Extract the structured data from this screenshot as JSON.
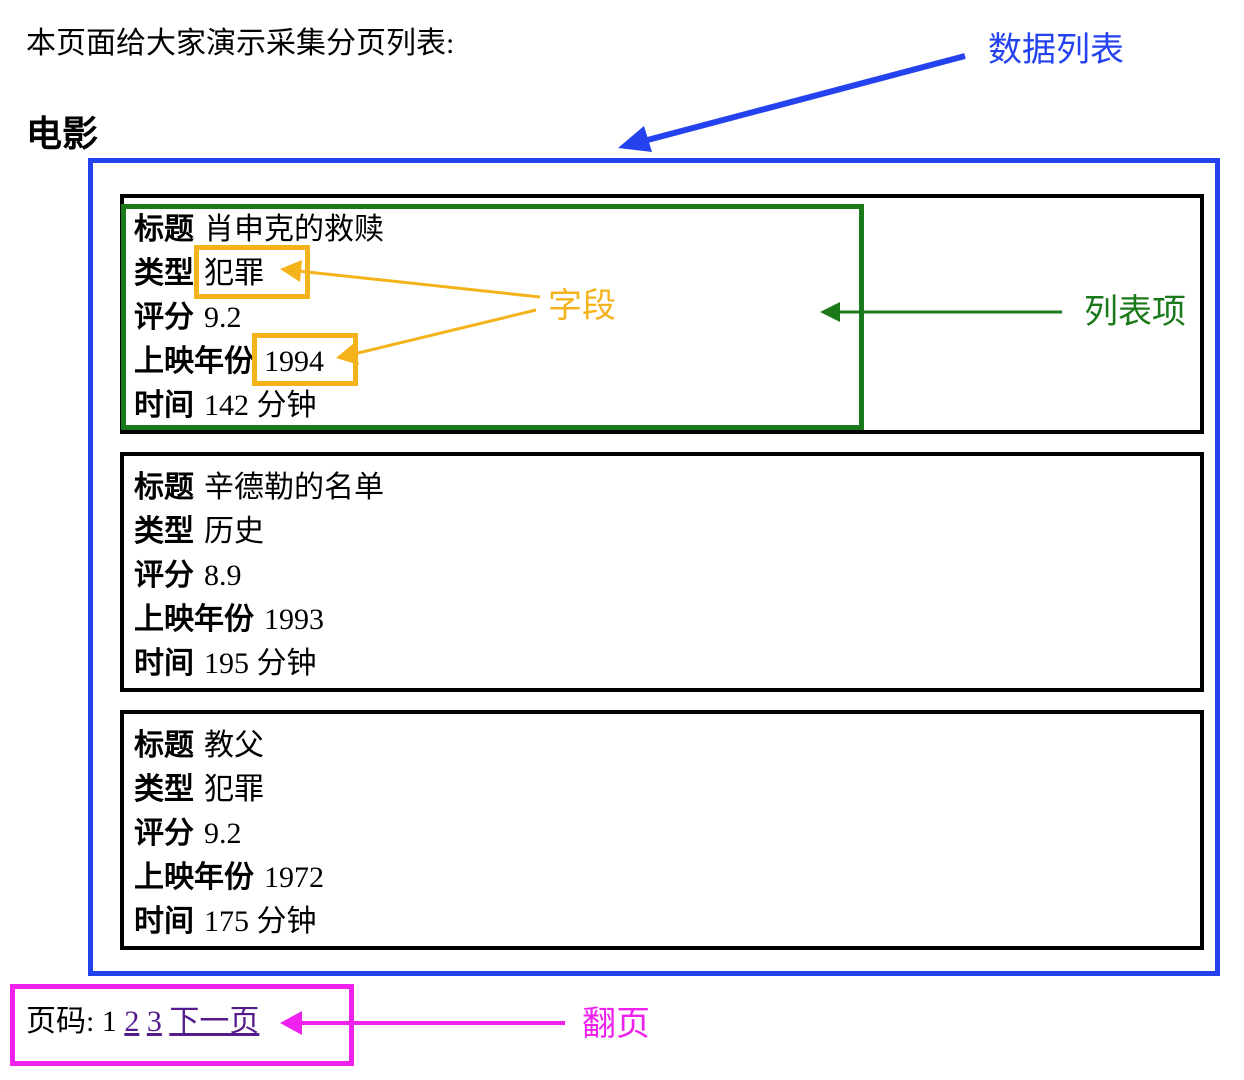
{
  "intro_text": "本页面给大家演示采集分页列表:",
  "section_title": "电影",
  "field_labels": {
    "title": "标题",
    "genre": "类型",
    "rating": "评分",
    "year": "上映年份",
    "duration": "时间"
  },
  "movies": [
    {
      "title": "肖申克的救赎",
      "genre": "犯罪",
      "rating": "9.2",
      "year": "1994",
      "duration": "142 分钟"
    },
    {
      "title": "辛德勒的名单",
      "genre": "历史",
      "rating": "8.9",
      "year": "1993",
      "duration": "195 分钟"
    },
    {
      "title": "教父",
      "genre": "犯罪",
      "rating": "9.2",
      "year": "1972",
      "duration": "175 分钟"
    }
  ],
  "pagination": {
    "label": "页码:",
    "current": "1",
    "pages": [
      "2",
      "3"
    ],
    "next_label": "下一页"
  },
  "annotations": {
    "data_list": "数据列表",
    "field": "字段",
    "list_item": "列表项",
    "pagination": "翻页"
  },
  "colors": {
    "data_list": "#2443ee",
    "list_item": "#1a7a1a",
    "field": "#f5b31b",
    "pagination": "#ee21ee"
  }
}
